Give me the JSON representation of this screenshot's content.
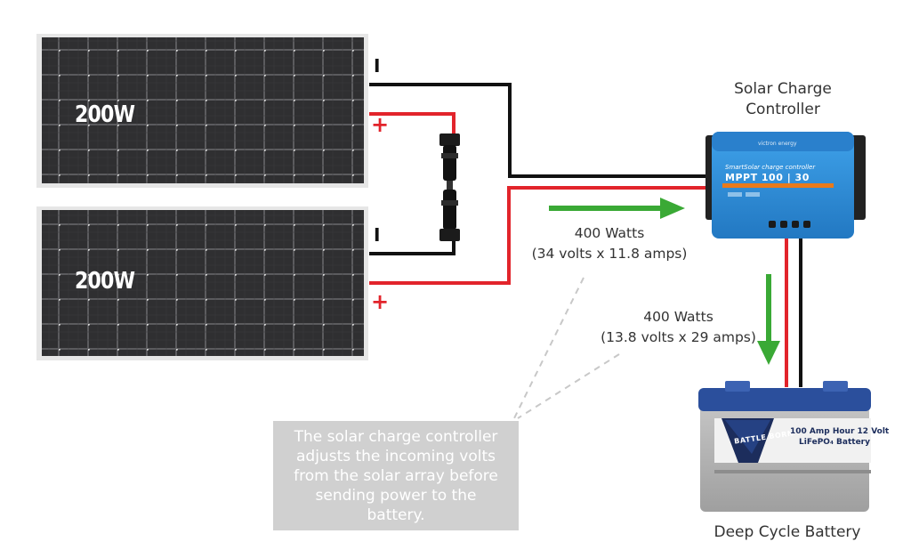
{
  "panels": [
    {
      "rating": "200W",
      "negative_symbol": "I",
      "positive_symbol": "+"
    },
    {
      "rating": "200W",
      "negative_symbol": "I",
      "positive_symbol": "+"
    }
  ],
  "controller": {
    "title": "Solar Charge Controller",
    "brand_text": "victron energy",
    "product_line": "SmartSolar charge controller",
    "model": "MPPT 100 | 30"
  },
  "flow_to_controller": {
    "watts": "400 Watts",
    "detail": "(34 volts x 11.8 amps)"
  },
  "flow_to_battery": {
    "watts": "400 Watts",
    "detail": "(13.8 volts x 29 amps)"
  },
  "note": "The solar charge controller adjusts the incoming volts from the solar array before sending power to the battery.",
  "battery": {
    "title": "Deep Cycle Battery",
    "brand": "BATTLE BORN",
    "spec_line1": "100 Amp Hour 12 Volt",
    "spec_line2": "LiFePO₄ Battery"
  },
  "colors": {
    "positive_wire": "#e2242b",
    "negative_wire": "#111111",
    "flow_arrow": "#3aa935",
    "panel_cell": "#2d2d2f",
    "controller_body": "#2f8fd8",
    "battery_body": "#b7b7b7",
    "battery_lid": "#2b4f9c",
    "note_box": "#d0d0d0"
  }
}
